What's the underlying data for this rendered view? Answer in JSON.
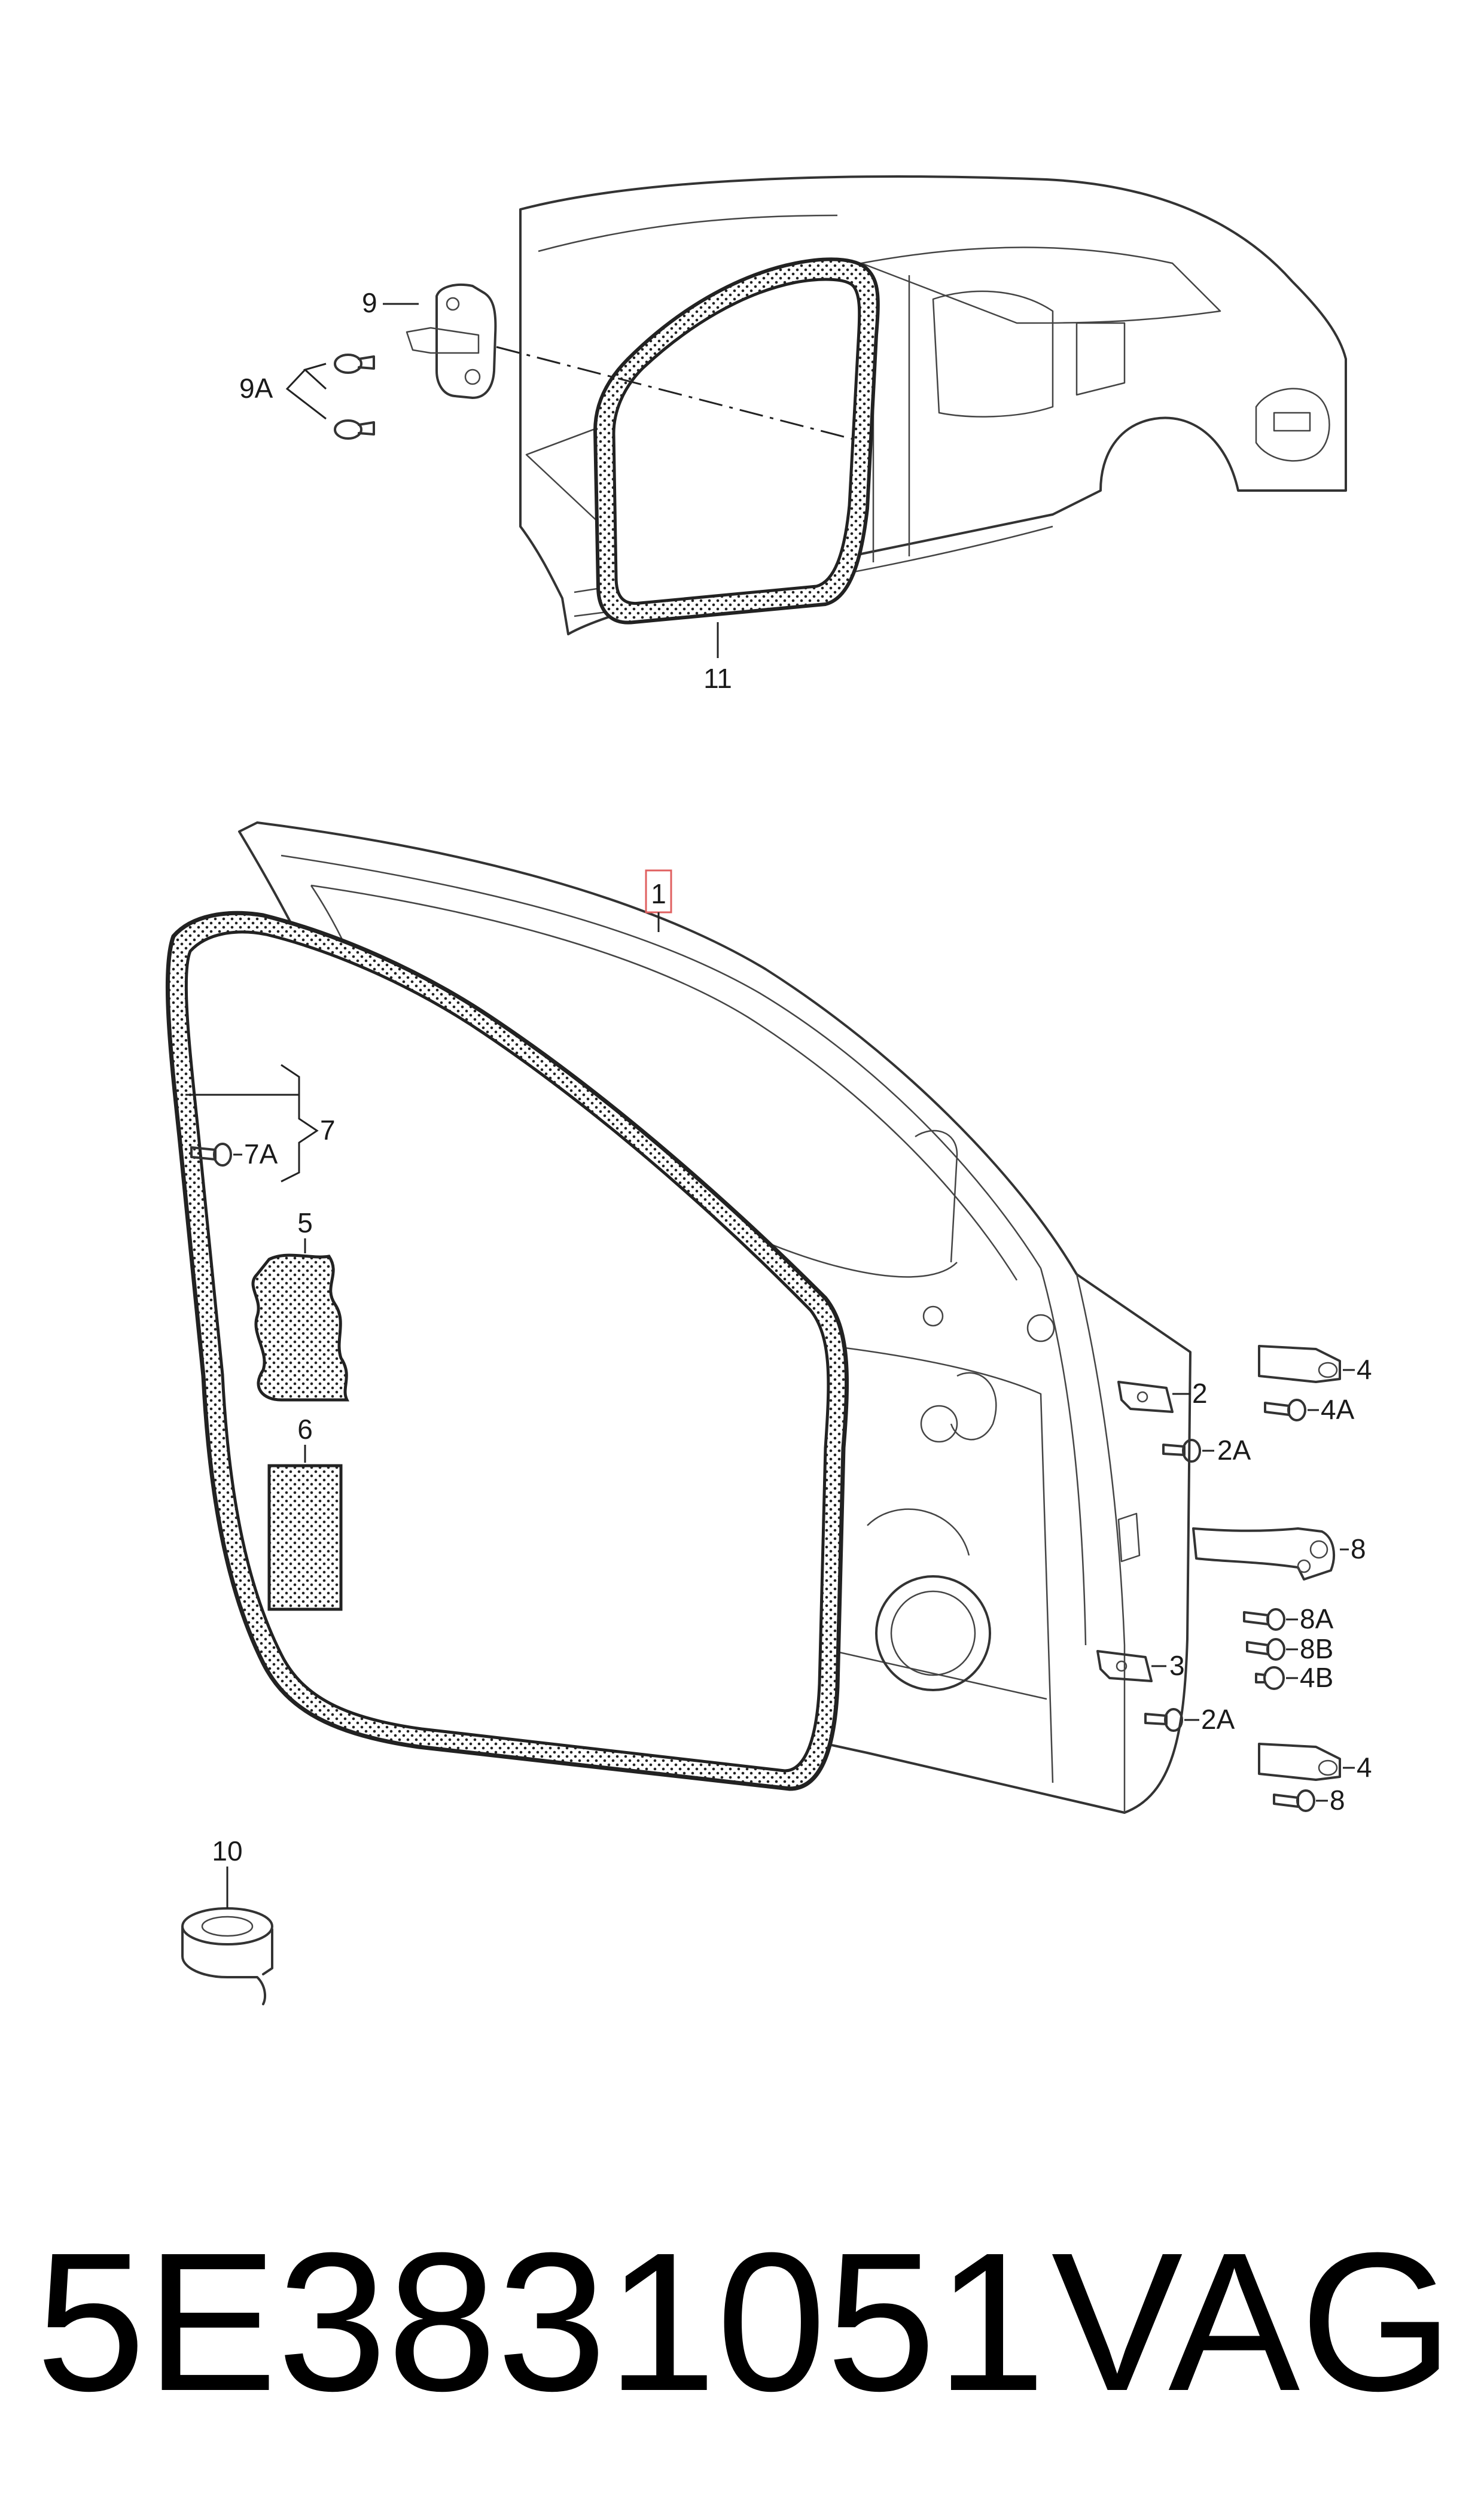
{
  "callouts": {
    "p1": "1",
    "p2": "2",
    "p2A_a": "2A",
    "p2A_b": "2A",
    "p3": "3",
    "p4_a": "4",
    "p4A": "4A",
    "p4_b": "4",
    "p4B": "4B",
    "p5": "5",
    "p6": "6",
    "p7": "7",
    "p7A": "7A",
    "p8_a": "8",
    "p8A": "8A",
    "p8B": "8B",
    "p8_b": "8",
    "p9": "9",
    "p9A": "9A",
    "p10": "10",
    "p11": "11"
  },
  "footer": {
    "part_number": "5E3831051",
    "brand": "VAG"
  },
  "colors": {
    "highlight_box": "#e06060",
    "line": "#222222"
  }
}
